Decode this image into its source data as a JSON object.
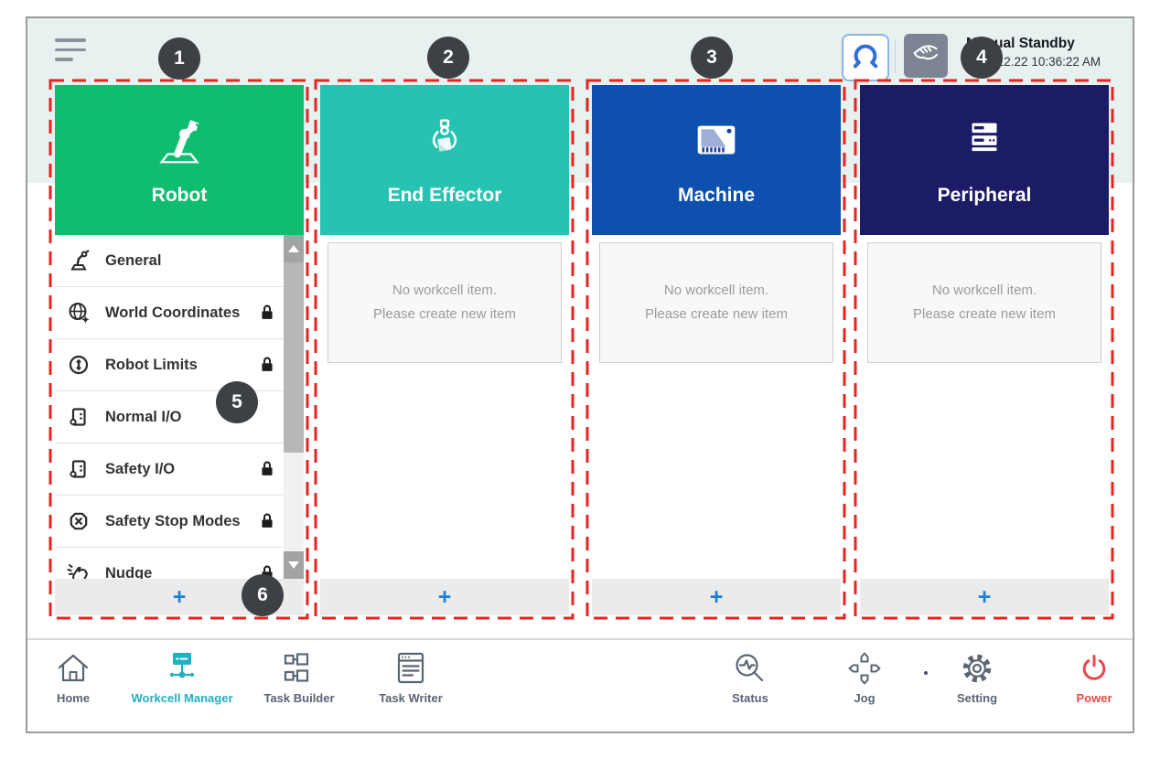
{
  "topbar": {
    "menu_icon": "hamburger-icon",
    "robot_mode_button_icon": "robot-gripper-icon",
    "manual_mode_button_icon": "hand-icon",
    "status_mode": "Manual Standby",
    "status_datetime": "2022.12.22 10:36:22 AM"
  },
  "annotations": [
    {
      "label": "1"
    },
    {
      "label": "2"
    },
    {
      "label": "3"
    },
    {
      "label": "4"
    },
    {
      "label": "5"
    },
    {
      "label": "6"
    }
  ],
  "columns": [
    {
      "title": "Robot",
      "icon": "robot-arm-icon",
      "header_color": "#10bd6e",
      "items": [
        {
          "label": "General",
          "icon": "robot-general-icon",
          "locked": false
        },
        {
          "label": "World Coordinates",
          "icon": "world-coordinates-icon",
          "locked": true
        },
        {
          "label": "Robot Limits",
          "icon": "robot-limits-icon",
          "locked": true
        },
        {
          "label": "Normal I/O",
          "icon": "io-icon",
          "locked": false
        },
        {
          "label": "Safety I/O",
          "icon": "io-icon",
          "locked": true
        },
        {
          "label": "Safety Stop Modes",
          "icon": "safety-stop-icon",
          "locked": true
        },
        {
          "label": "Nudge",
          "icon": "nudge-icon",
          "locked": true
        }
      ],
      "add_button_label": "+"
    },
    {
      "title": "End Effector",
      "icon": "gripper-icon",
      "header_color": "#26c3b2",
      "empty_line1": "No workcell item.",
      "empty_line2": "Please create new item",
      "add_button_label": "+"
    },
    {
      "title": "Machine",
      "icon": "machine-icon",
      "header_color": "#0e50ae",
      "empty_line1": "No workcell item.",
      "empty_line2": "Please create new item",
      "add_button_label": "+"
    },
    {
      "title": "Peripheral",
      "icon": "server-icon",
      "header_color": "#1b1b66",
      "empty_line1": "No workcell item.",
      "empty_line2": "Please create new item",
      "add_button_label": "+"
    }
  ],
  "bottom_nav": {
    "items": [
      {
        "label": "Home",
        "icon": "home-icon",
        "active": false
      },
      {
        "label": "Workcell Manager",
        "icon": "workcell-manager-icon",
        "active": true
      },
      {
        "label": "Task Builder",
        "icon": "task-builder-icon",
        "active": false
      },
      {
        "label": "Task Writer",
        "icon": "task-writer-icon",
        "active": false
      },
      {
        "label": "Status",
        "icon": "status-icon",
        "active": false
      },
      {
        "label": "Jog",
        "icon": "jog-icon",
        "active": false
      },
      {
        "label": "Setting",
        "icon": "setting-icon",
        "active": false
      },
      {
        "label": "Power",
        "icon": "power-icon",
        "active": false
      }
    ],
    "active_color": "#1fb0c2",
    "power_color": "#e8474b"
  },
  "colors": {
    "top_band": "#e7f1f0",
    "robot_header": "#10bd6e",
    "end_effector_header": "#26c3b2",
    "machine_header": "#0e50ae",
    "peripheral_header": "#1b1b66",
    "annotation_red": "#e52520",
    "annotation_circle": "#3d4145",
    "add_button_blue": "#1f7fd6"
  }
}
